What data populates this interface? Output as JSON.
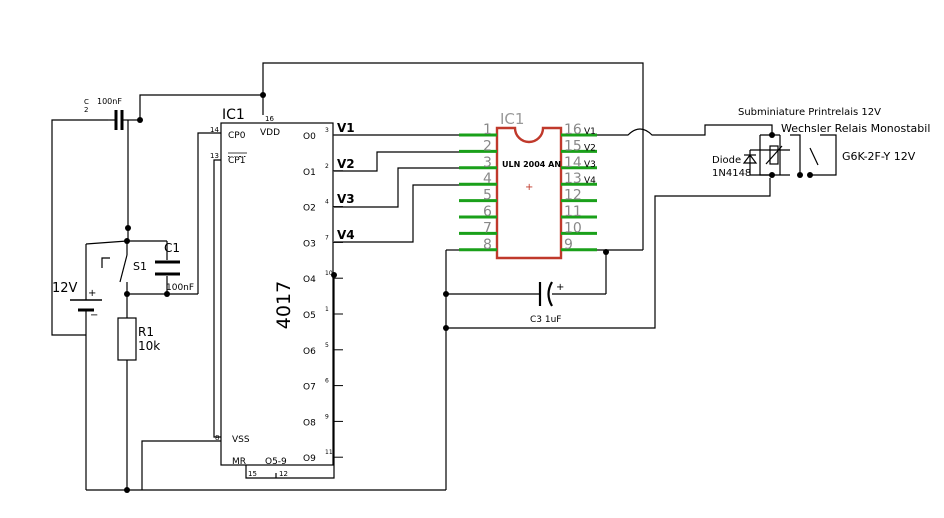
{
  "ic1_4017": {
    "ref": "IC1",
    "part": "4017",
    "pins_left": [
      {
        "num": "14",
        "name": "CP0"
      },
      {
        "num": "13",
        "name": "CP1"
      },
      {
        "num": "8",
        "name": "VSS"
      }
    ],
    "vdd": {
      "num": "16",
      "name": "VDD"
    },
    "mr": {
      "name": "MR",
      "num": "15"
    },
    "o59": {
      "name": "O5-9",
      "num": "12"
    },
    "outputs": [
      {
        "name": "O0",
        "num": "3"
      },
      {
        "name": "O1",
        "num": "2"
      },
      {
        "name": "O2",
        "num": "4"
      },
      {
        "name": "O3",
        "num": "7"
      },
      {
        "name": "O4",
        "num": "10"
      },
      {
        "name": "O5",
        "num": "1"
      },
      {
        "name": "O6",
        "num": "5"
      },
      {
        "name": "O7",
        "num": "6"
      },
      {
        "name": "O8",
        "num": "9"
      },
      {
        "name": "O9",
        "num": "11"
      }
    ]
  },
  "signals": [
    "V1",
    "V2",
    "V3",
    "V4"
  ],
  "uln": {
    "ref": "IC1",
    "part": "ULN 2004 AN",
    "left_pins": [
      "1",
      "2",
      "3",
      "4",
      "5",
      "6",
      "7",
      "8"
    ],
    "right_pins": [
      "16",
      "15",
      "14",
      "13",
      "12",
      "11",
      "10",
      "9"
    ],
    "right_labels": [
      "V1",
      "V2",
      "V3",
      "V4"
    ]
  },
  "components": {
    "c2_ref": "C",
    "c2_num": "2",
    "c2_value": "100nF",
    "c1_ref": "C1",
    "c1_value": "100nF",
    "s1": "S1",
    "r1_ref": "R1",
    "r1_value": "10k",
    "battery": "12V",
    "battery_plus": "+",
    "battery_minus": "−",
    "c3": "C3 1uF",
    "c3_plus": "+",
    "diode_line1": "Diode",
    "diode_line2": "1N4148"
  },
  "relay": {
    "line1": "Subminiature Printrelais 12V",
    "line2": "Wechsler Relais Monostabil",
    "model": "G6K-2F-Y 12V"
  }
}
